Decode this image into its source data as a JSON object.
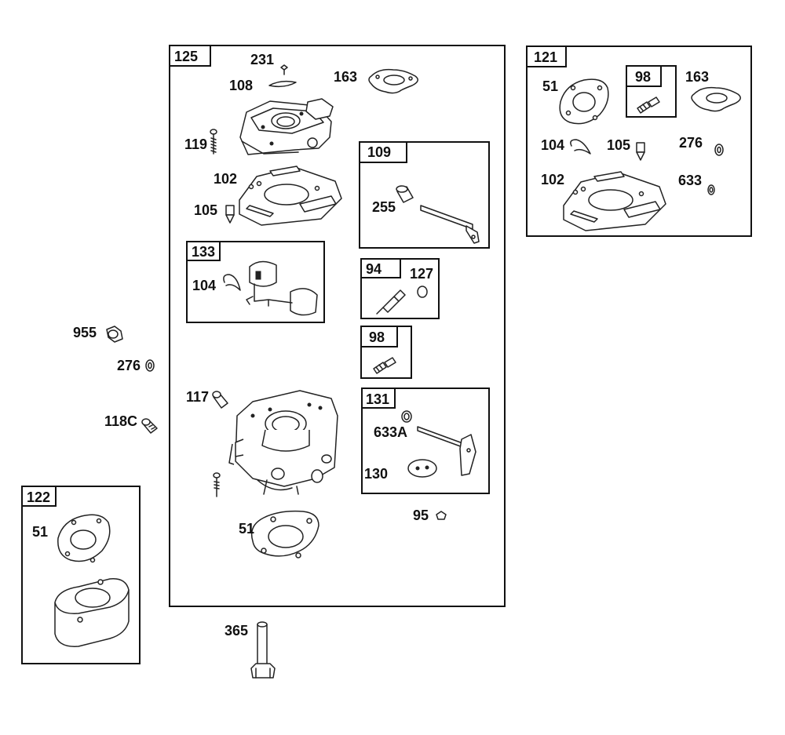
{
  "groups": {
    "g125": "125",
    "g121": "121",
    "g122": "122",
    "g109": "109",
    "g133": "133",
    "g94": "94",
    "g98": "98",
    "g131": "131",
    "g98b": "98"
  },
  "labels": {
    "p231": "231",
    "p108": "108",
    "p163": "163",
    "p119": "119",
    "p102": "102",
    "p105": "105",
    "p104": "104",
    "p117": "117",
    "p51": "51",
    "p255": "255",
    "p127": "127",
    "p633a": "633A",
    "p130": "130",
    "p95": "95",
    "p955": "955",
    "p276": "276",
    "p118c": "118C",
    "p365": "365",
    "r51": "51",
    "r163": "163",
    "r104": "104",
    "r105": "105",
    "r276": "276",
    "r102": "102",
    "r633": "633",
    "l51": "51"
  }
}
